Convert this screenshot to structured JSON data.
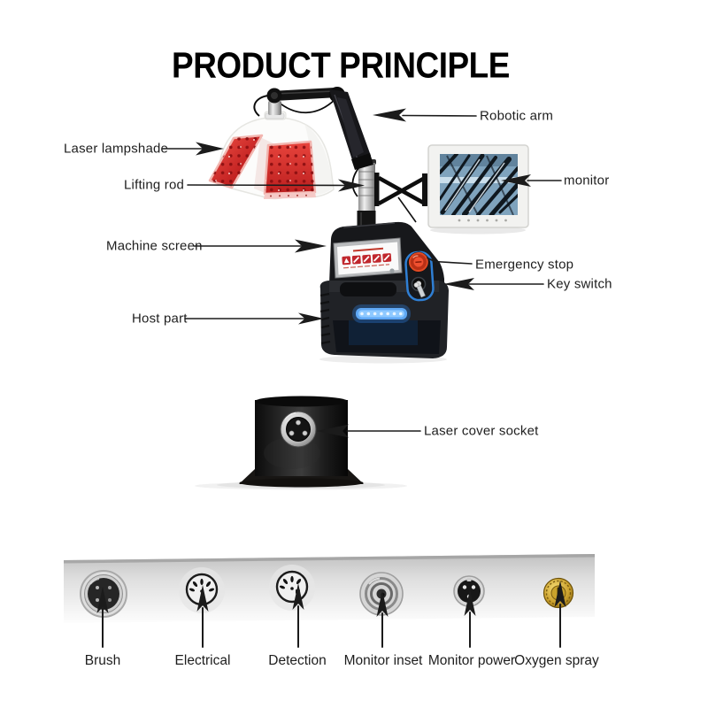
{
  "title": "PRODUCT PRINCIPLE",
  "callouts": [
    {
      "id": "laser-lampshade",
      "label": "Laser lampshade"
    },
    {
      "id": "lifting-rod",
      "label": "Lifting rod"
    },
    {
      "id": "robotic-arm",
      "label": "Robotic arm"
    },
    {
      "id": "monitor",
      "label": "monitor"
    },
    {
      "id": "machine-screen",
      "label": "Machine screen"
    },
    {
      "id": "emergency-stop",
      "label": "Emergency stop"
    },
    {
      "id": "key-switch",
      "label": "Key switch"
    },
    {
      "id": "host-part",
      "label": "Host part"
    },
    {
      "id": "laser-cover-socket",
      "label": "Laser cover socket"
    }
  ],
  "ports": [
    {
      "label": "Brush"
    },
    {
      "label": "Electrical"
    },
    {
      "label": "Detection"
    },
    {
      "label": "Monitor inset"
    },
    {
      "label": "Monitor power"
    },
    {
      "label": "Oxygen spray"
    }
  ],
  "colors": {
    "led_panel_red": "#c0272d",
    "panel_border_pink": "#f2b5af",
    "indicator_outline_blue": "#2f7fd4",
    "led_strip_blue": "#8ec9ff",
    "emergency_button_red": "#d23a1c",
    "oxygen_connector_gold": "#caa02c",
    "label_text": "#1e1e1e"
  }
}
